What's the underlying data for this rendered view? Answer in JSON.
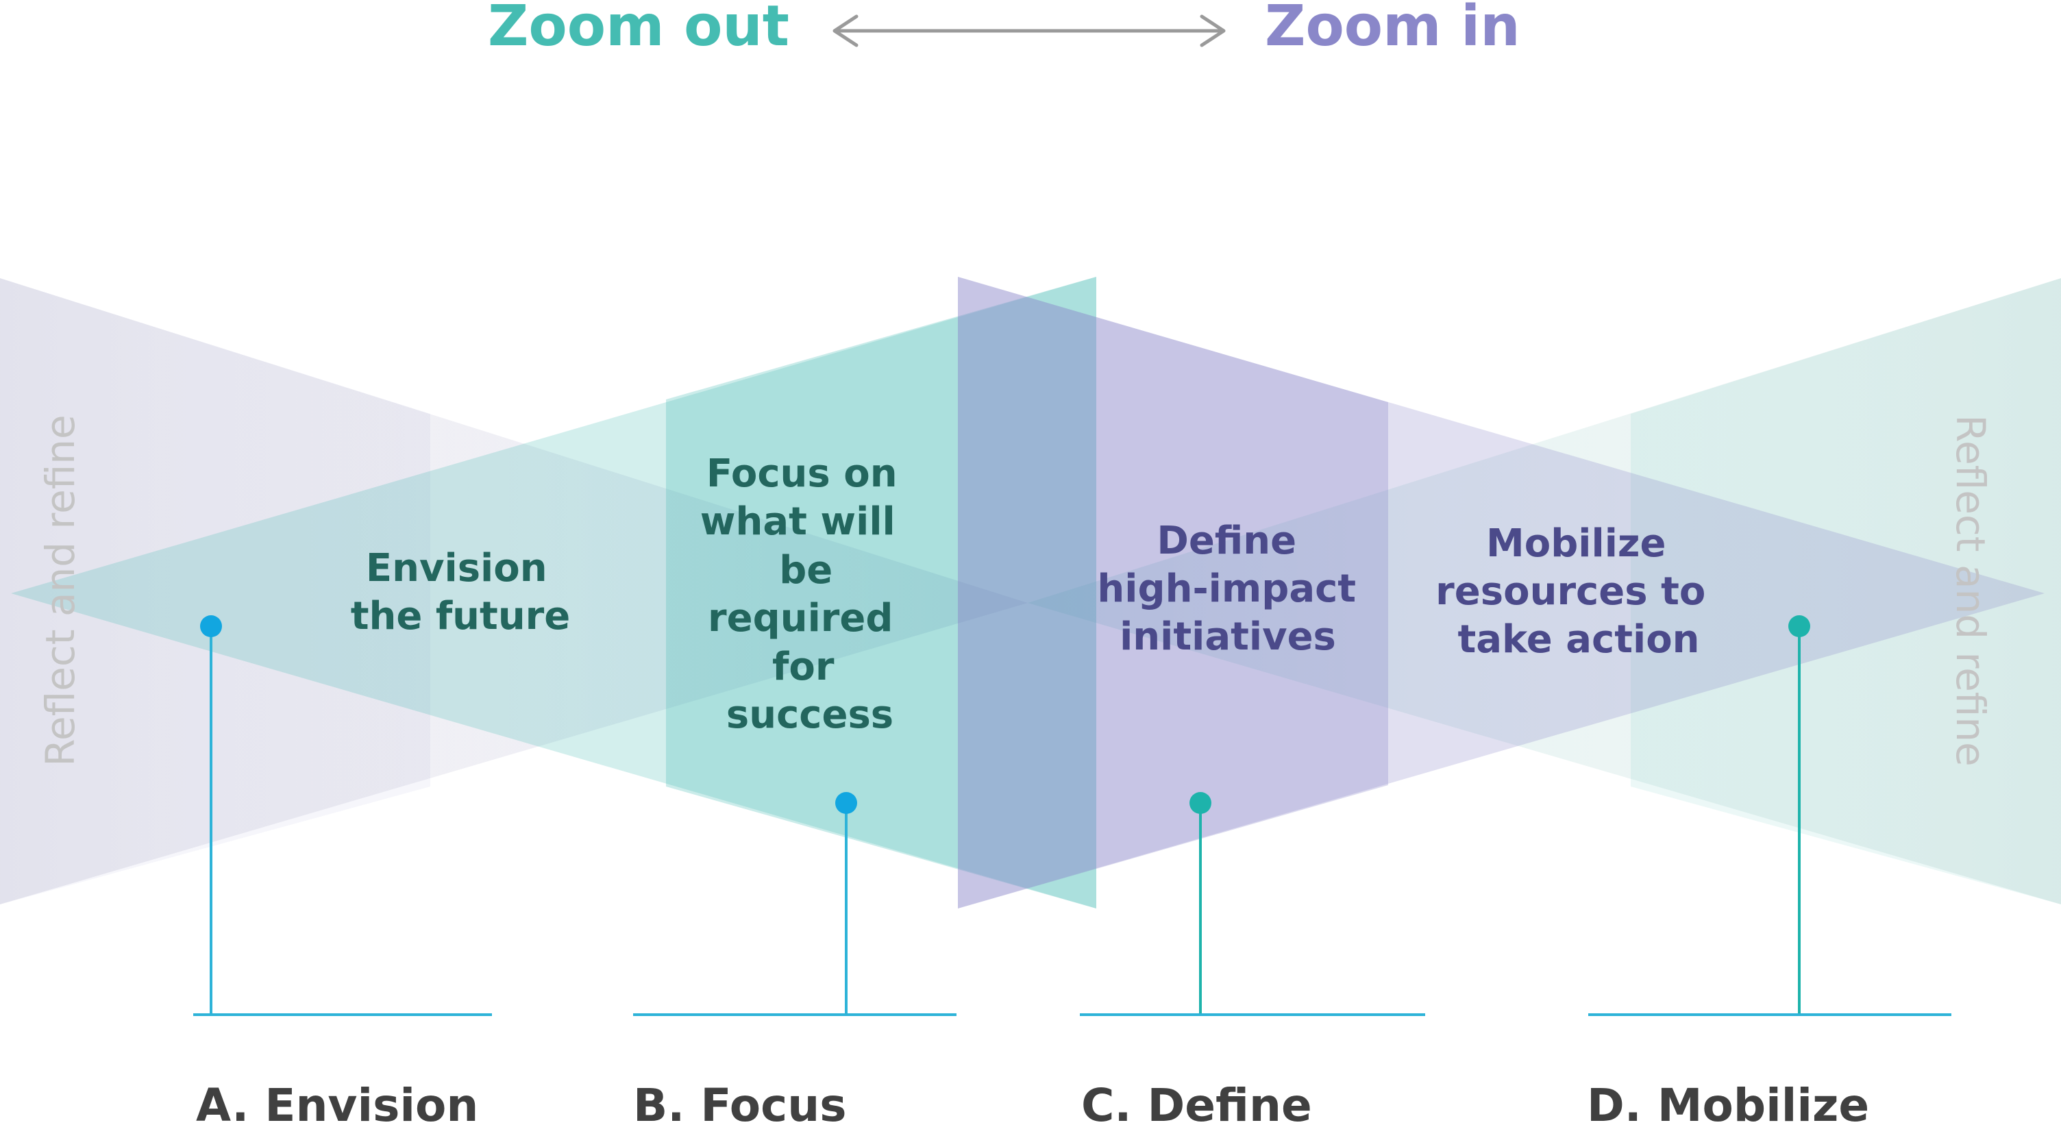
{
  "header": {
    "zoom_out_label": "Zoom out",
    "zoom_in_label": "Zoom in"
  },
  "side_labels": {
    "left": "Reflect and refine",
    "right": "Reflect and refine"
  },
  "stages": [
    {
      "id": "envision",
      "title": "A. Envision",
      "body": [
        "Envision",
        "the future"
      ]
    },
    {
      "id": "focus",
      "title": "B. Focus",
      "body": [
        "Focus on",
        "what will",
        "be",
        "required",
        "for",
        "success"
      ]
    },
    {
      "id": "define",
      "title": "C. Define",
      "body": [
        "Define",
        "high-impact",
        "initiatives"
      ]
    },
    {
      "id": "mobilize",
      "title": "D. Mobilize",
      "body": [
        "Mobilize",
        "resources to",
        "take action"
      ]
    }
  ],
  "colors": {
    "teal": "#45bcb2",
    "purple": "#8a87c9",
    "teal_text": "#23665e",
    "purple_text": "#4b4a8a",
    "marker_blue": "#12a6e0",
    "marker_teal": "#1eb3ab",
    "line_blue": "#2eb3d8",
    "title_gray": "#404040",
    "side_gray": "#c4c4c4",
    "arrow_gray": "#9a9a9a"
  },
  "icons": {
    "double_arrow": "double-headed-arrow-icon"
  }
}
